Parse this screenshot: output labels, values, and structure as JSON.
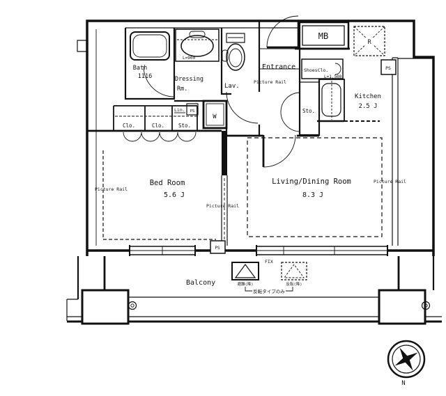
{
  "rooms": {
    "bath": {
      "label": "Bath",
      "size": "1116"
    },
    "dressing": {
      "line1": "Dressing",
      "line2": "Rm."
    },
    "lavatory": {
      "label": "Lav."
    },
    "entrance": {
      "label": "Entrance"
    },
    "kitchen": {
      "label": "Kitchen",
      "size": "2.5 J"
    },
    "bedroom": {
      "label": "Bed Room",
      "size": "5.6 J"
    },
    "living": {
      "label": "Living/Dining Room",
      "size": "8.3 J"
    },
    "balcony": {
      "label": "Balcony"
    }
  },
  "fixtures": {
    "meter_box": "MB",
    "refrigerator": "R",
    "washer": "W",
    "shoes_closet": "ShoesClo.",
    "storage_entrance": "Sto.",
    "storage_bedroom": "Sto.",
    "linen": "Lin.",
    "closet1": "Clo.",
    "closet2": "Clo.",
    "basin_width": "L=900",
    "counter_width": "L=1,500"
  },
  "labels": {
    "picture_rail": "Picture Rail",
    "ps": "PS",
    "fix": "FIX",
    "hatch_left": "避難(降)",
    "hatch_right": "反転(降)",
    "hatch_note": "反転タイプのみ",
    "compass_north": "N"
  },
  "colors": {
    "line": "#111111",
    "background": "#ffffff"
  }
}
